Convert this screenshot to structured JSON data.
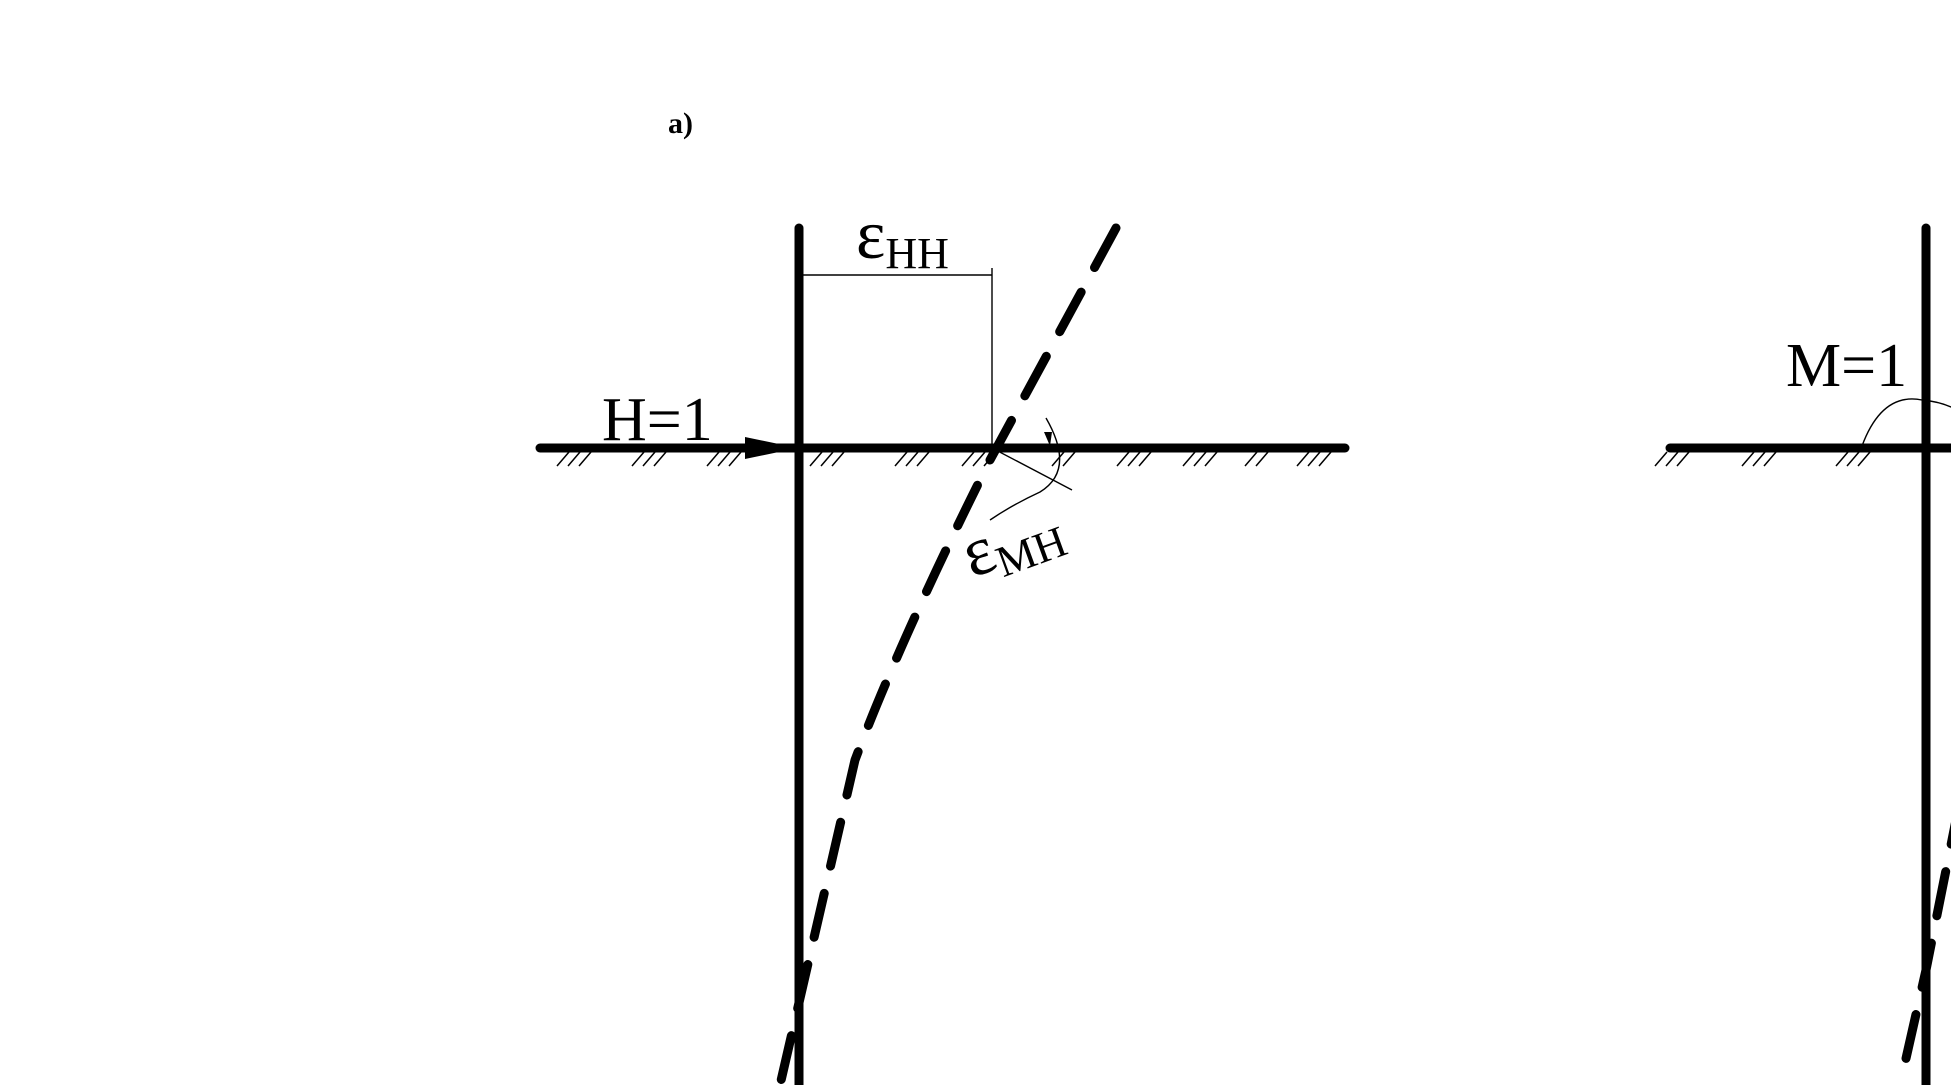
{
  "panel_label": "a)",
  "labels": {
    "force_h": "H=1",
    "moment_m": "M=1",
    "eps_hh_symbol": "ε",
    "eps_hh_subscript": "HH",
    "eps_mh_symbol": "ε",
    "eps_mh_subscript": "MH"
  }
}
